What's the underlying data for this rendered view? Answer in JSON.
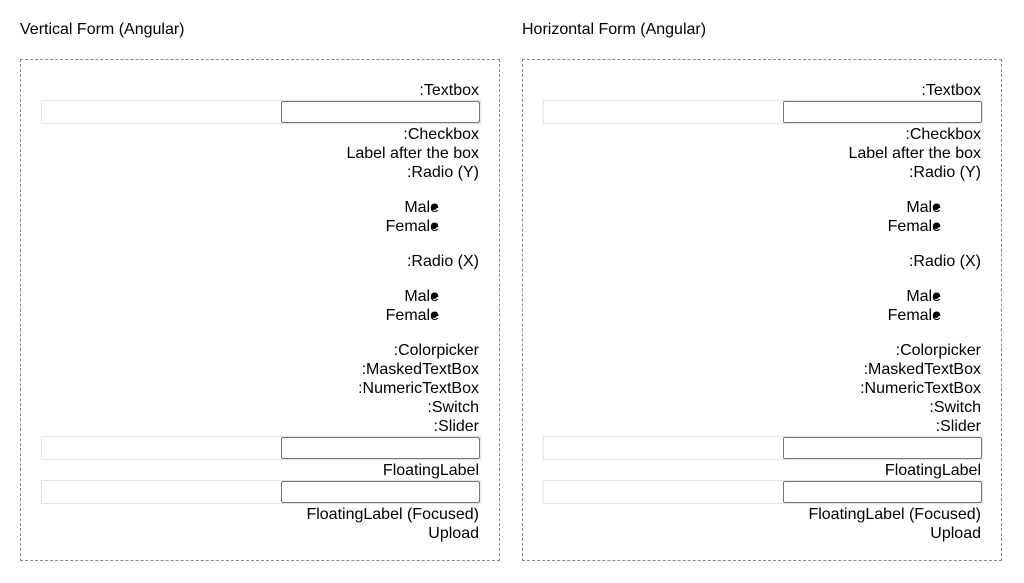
{
  "panels": [
    {
      "title": "Vertical Form (Angular)",
      "textbox_label": ":Textbox",
      "checkbox_label": ":Checkbox",
      "checkbox_after": "Label after the box",
      "radio_y_label": ":Radio (Y)",
      "radio_y_options": [
        "Male",
        "Female"
      ],
      "radio_x_label": ":Radio (X)",
      "radio_x_options": [
        "Male",
        "Female"
      ],
      "colorpicker_label": ":Colorpicker",
      "masked_label": ":MaskedTextBox",
      "numeric_label": ":NumericTextBox",
      "switch_label": ":Switch",
      "slider_label": ":Slider",
      "floating_label": "FloatingLabel",
      "floating_focused_label": "FloatingLabel (Focused)",
      "upload_label": "Upload"
    },
    {
      "title": "Horizontal Form (Angular)",
      "textbox_label": ":Textbox",
      "checkbox_label": ":Checkbox",
      "checkbox_after": "Label after the box",
      "radio_y_label": ":Radio (Y)",
      "radio_y_options": [
        "Male",
        "Female"
      ],
      "radio_x_label": ":Radio (X)",
      "radio_x_options": [
        "Male",
        "Female"
      ],
      "colorpicker_label": ":Colorpicker",
      "masked_label": ":MaskedTextBox",
      "numeric_label": ":NumericTextBox",
      "switch_label": ":Switch",
      "slider_label": ":Slider",
      "floating_label": "FloatingLabel",
      "floating_focused_label": "FloatingLabel (Focused)",
      "upload_label": "Upload"
    }
  ]
}
